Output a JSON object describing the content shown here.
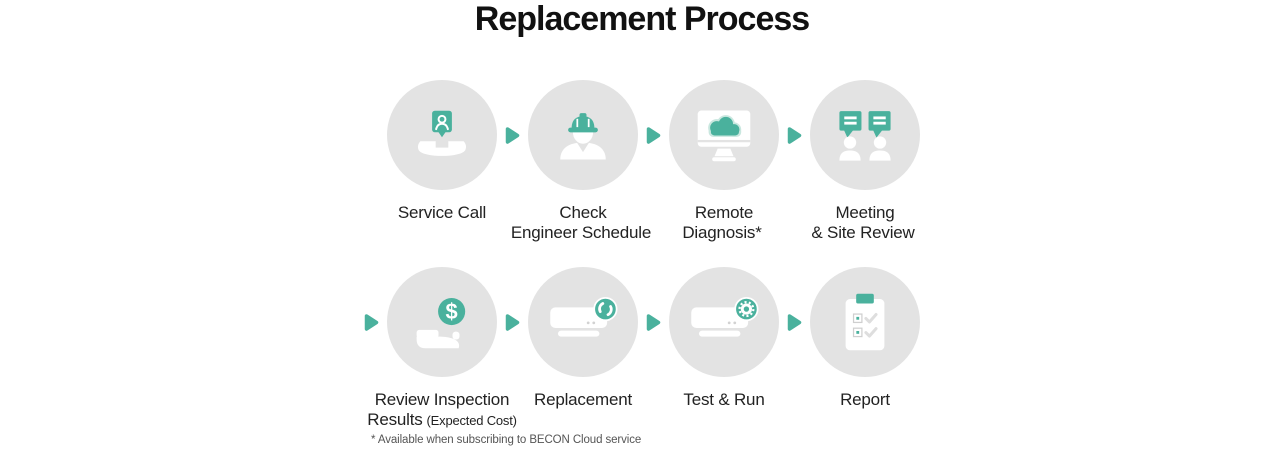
{
  "title": "Replacement Process",
  "footnote": "* Available when subscribing to BECON Cloud service",
  "colors": {
    "accent_green": "#4AB19D",
    "accent_halo": "#C9E7DF",
    "circle_gray": "#E3E3E3",
    "icon_white": "#FFFFFF",
    "title_text": "#111111",
    "label_text": "#222222"
  },
  "flow": {
    "arrow_icon": "right-triangle-arrow",
    "arrow_count": 7
  },
  "steps": [
    {
      "line1": "Service Call",
      "icon": "phone-contact-icon"
    },
    {
      "line1": "Check",
      "line2": "Engineer Schedule",
      "icon": "engineer-helmet-icon"
    },
    {
      "line1": "Remote",
      "line2": "Diagnosis*",
      "icon": "monitor-cloud-icon"
    },
    {
      "line1": "Meeting",
      "line2": "& Site Review",
      "icon": "meeting-people-icon"
    },
    {
      "line1": "Review Inspection",
      "line2": "Results",
      "line2_small": "(Expected Cost)",
      "icon": "hand-coin-icon"
    },
    {
      "line1": "Replacement",
      "icon": "ac-unit-replace-icon"
    },
    {
      "line1": "Test & Run",
      "icon": "ac-unit-gear-icon"
    },
    {
      "line1": "Report",
      "icon": "report-clipboard-icon"
    }
  ]
}
